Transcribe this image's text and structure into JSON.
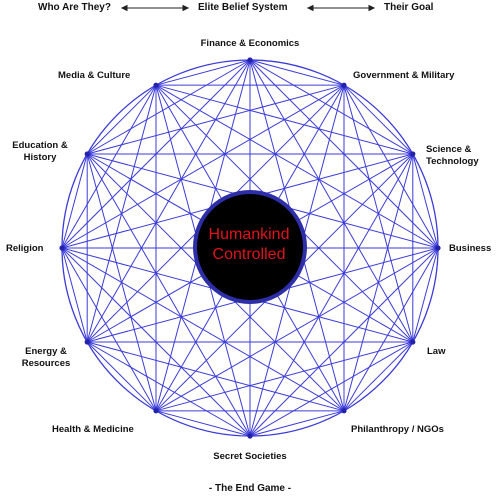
{
  "header": {
    "left": "Who Are They?",
    "middle": "Elite Belief System",
    "right": "Their Goal"
  },
  "nodes": [
    "Finance & Economics",
    "Government & Military",
    "Science & Technology",
    "Business",
    "Law",
    "Philanthropy / NGOs",
    "Secret Societies",
    "Health & Medicine",
    "Energy & Resources",
    "Religion",
    "Education & History",
    "Media & Culture"
  ],
  "center": {
    "line1": "Humankind",
    "line2": "Controlled"
  },
  "footer": "- The End Game -",
  "colors": {
    "lines": "#3b3bd9",
    "dots": "#2222aa",
    "center_fill": "#000000",
    "center_text": "#e0141a",
    "center_ring": "#2e2ea8"
  }
}
